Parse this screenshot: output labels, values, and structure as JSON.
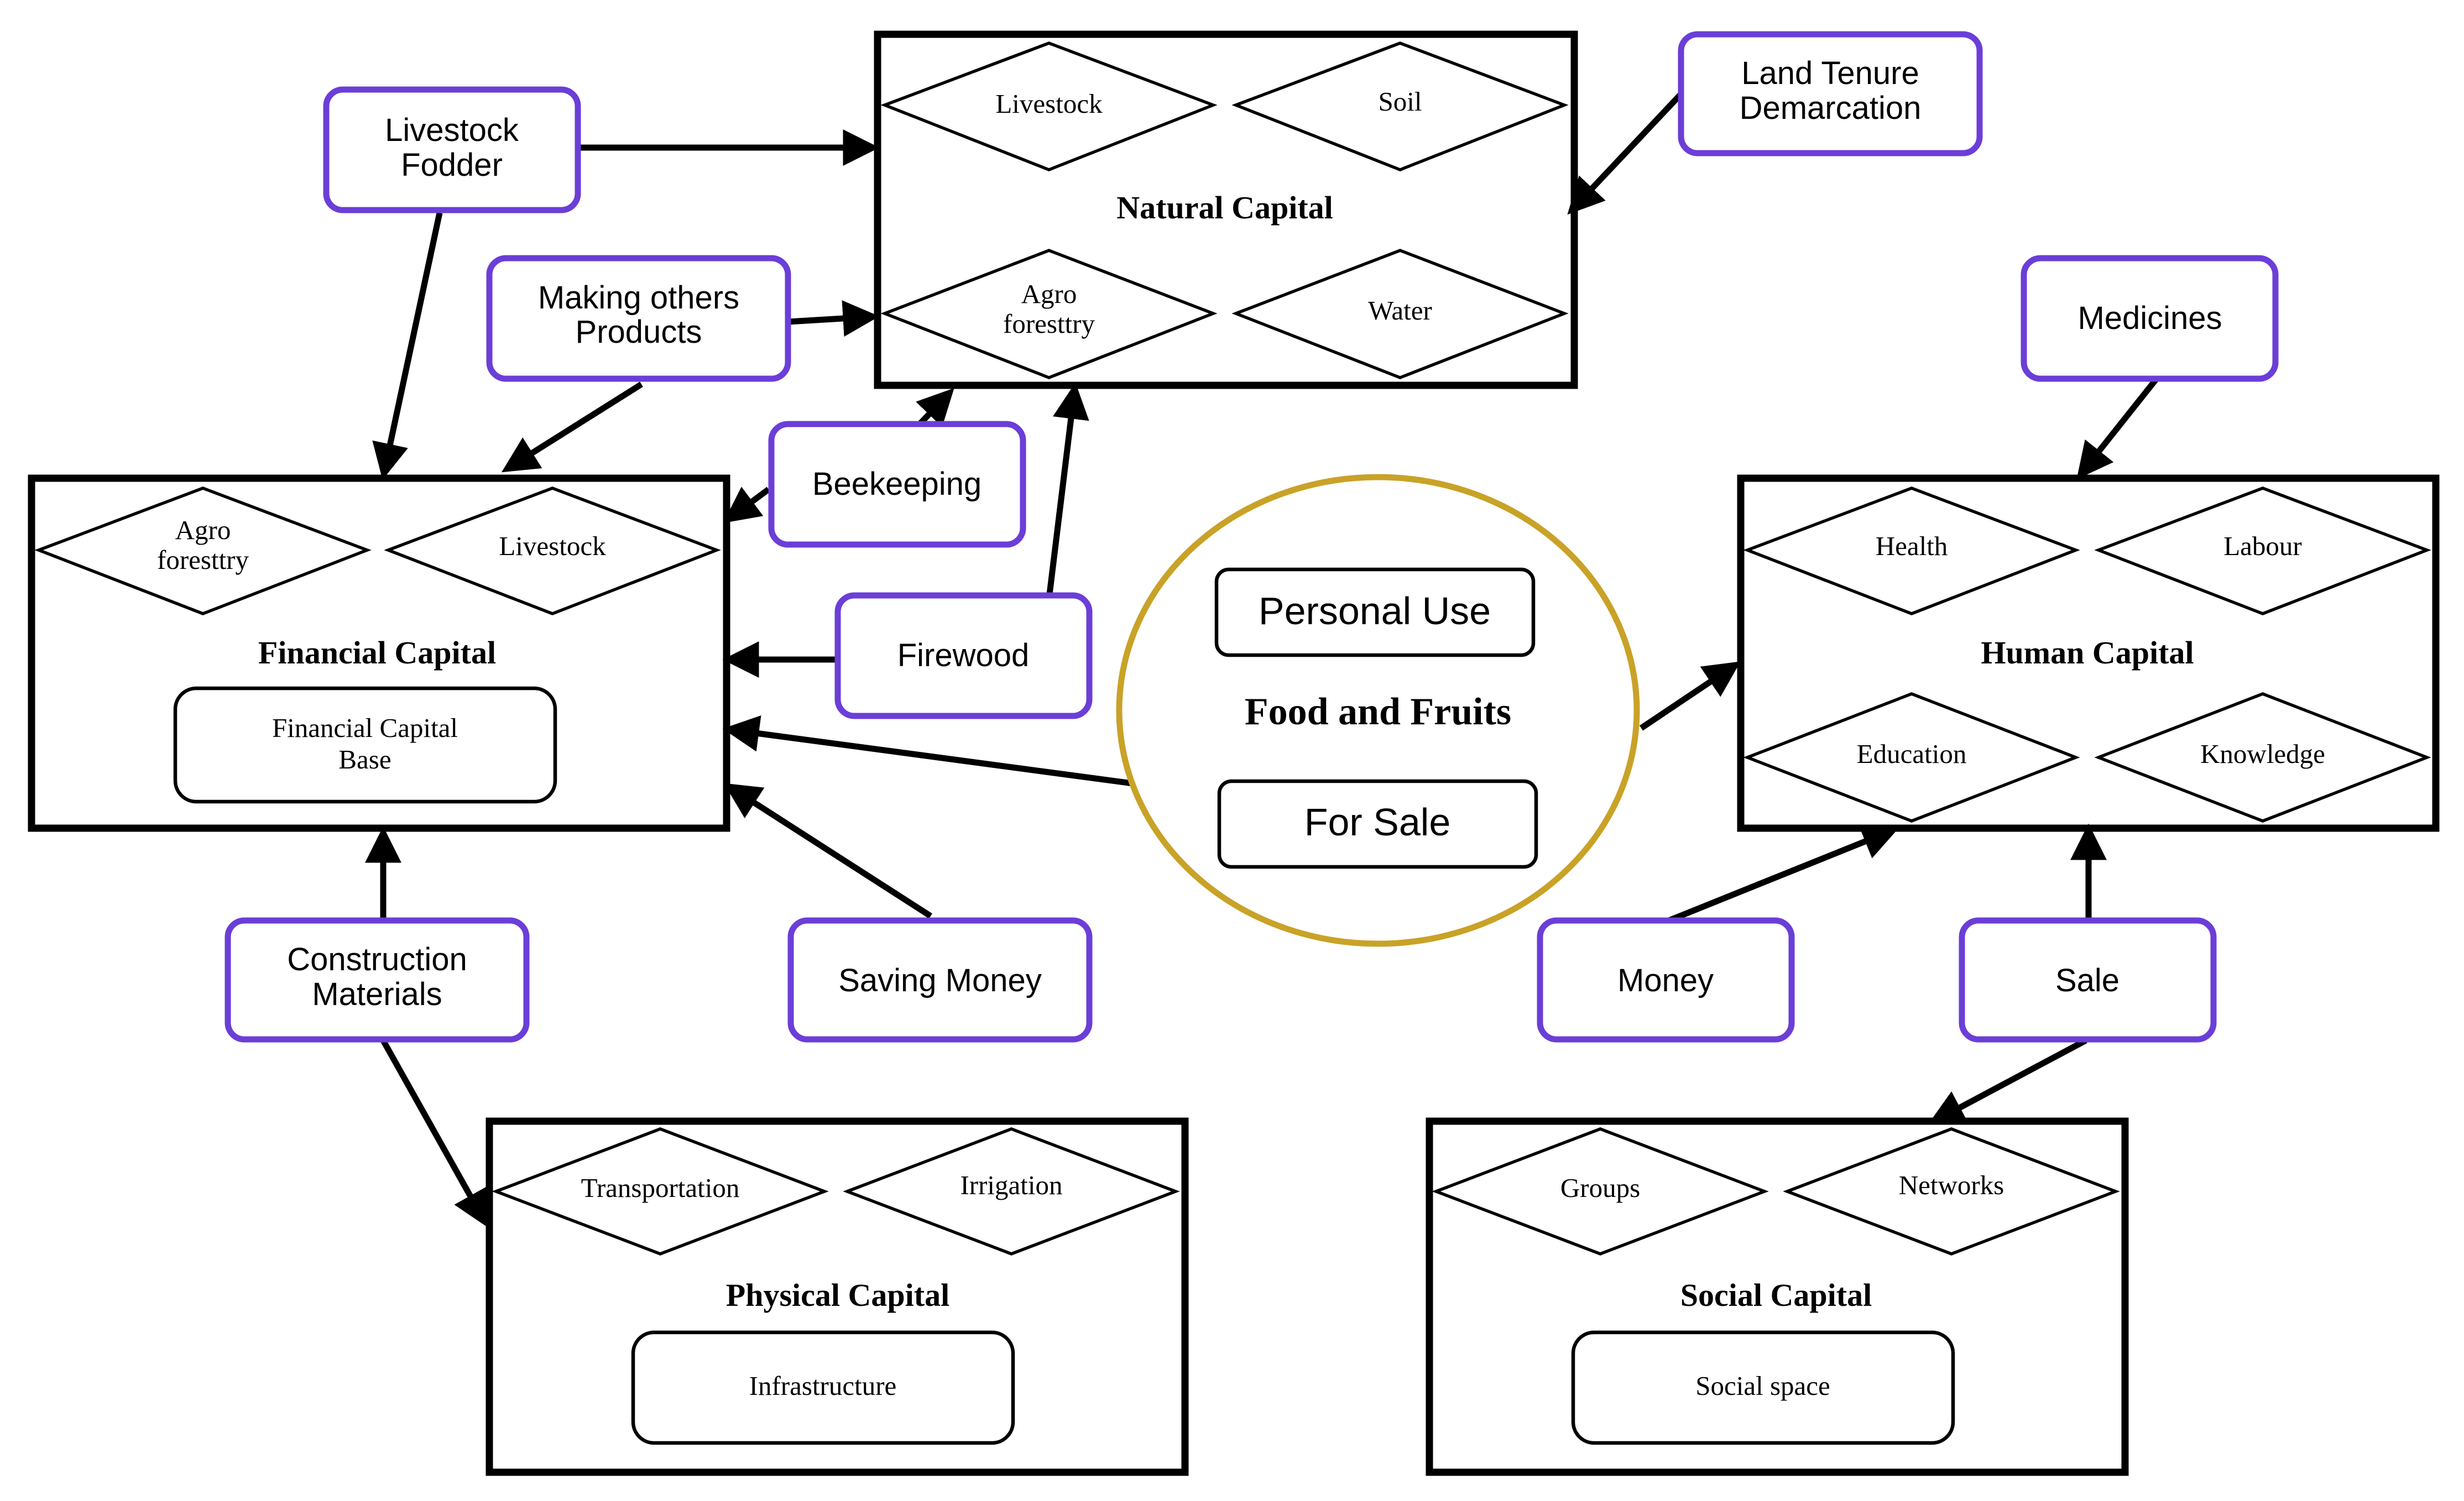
{
  "natural_capital": {
    "title": "Natural Capital",
    "diamonds": [
      "Livestock",
      "Soil",
      [
        "Agro",
        "foresttry"
      ],
      "Water"
    ]
  },
  "financial_capital": {
    "title": "Financial Capital",
    "diamonds": [
      [
        "Agro",
        "foresttry"
      ],
      "Livestock"
    ],
    "box": [
      "Financial Capital",
      "Base"
    ]
  },
  "human_capital": {
    "title": "Human Capital",
    "diamonds": [
      "Health",
      "Labour",
      "Education",
      "Knowledge"
    ]
  },
  "physical_capital": {
    "title": "Physical Capital",
    "diamonds": [
      "Transportation",
      "Irrigation"
    ],
    "box": "Infrastructure"
  },
  "social_capital": {
    "title": "Social Capital",
    "diamonds": [
      "Groups",
      "Networks"
    ],
    "box": "Social space"
  },
  "center": {
    "title": "Food and Fruits",
    "top_box": "Personal Use",
    "bottom_box": "For Sale"
  },
  "inputs": {
    "livestock_fodder": [
      "Livestock",
      "Fodder"
    ],
    "making_others_products": [
      "Making others",
      "Products"
    ],
    "land_tenure": [
      "Land Tenure",
      "Demarcation"
    ],
    "medicines": "Medicines",
    "beekeeping": "Beekeeping",
    "firewood": "Firewood",
    "construction_materials": [
      "Construction",
      "Materials"
    ],
    "saving_money": "Saving Money",
    "money": "Money",
    "sale": "Sale"
  },
  "colors": {
    "input_border": "#6b3ed8",
    "center_circle": "#c9a227",
    "lines": "#000000"
  }
}
